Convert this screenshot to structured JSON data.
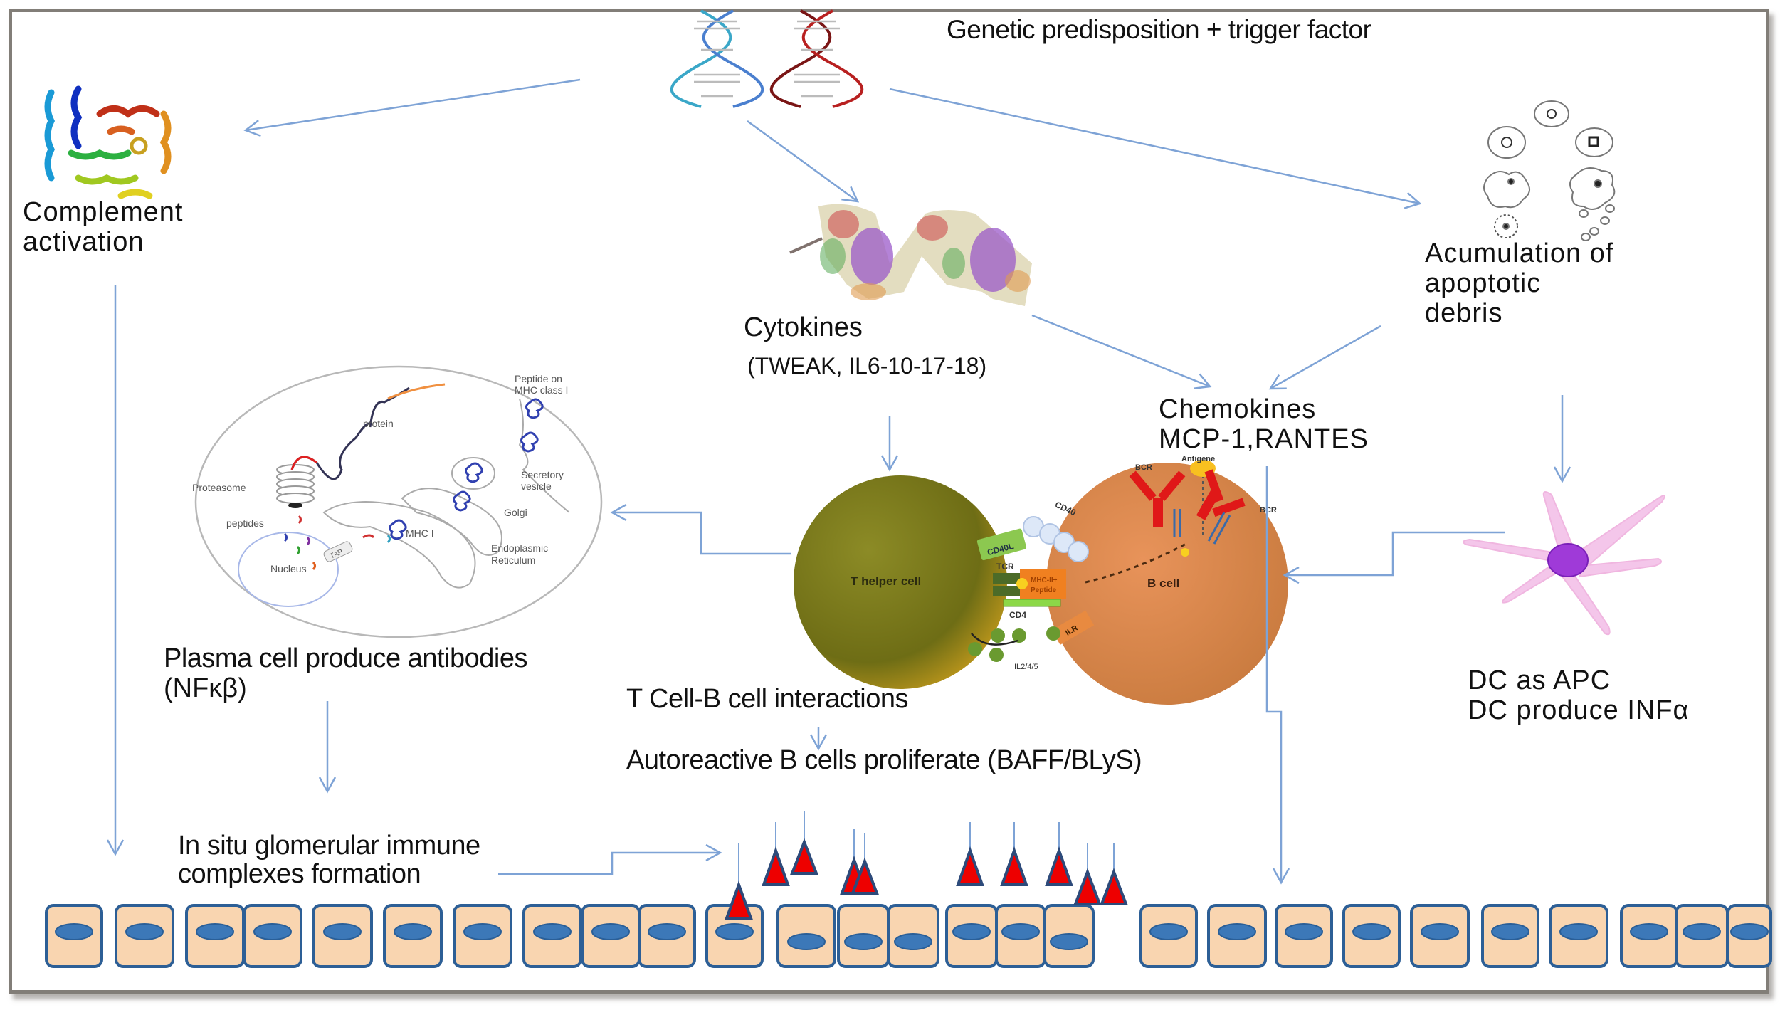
{
  "figure": {
    "title": "Genetic predisposition + trigger factor",
    "nodes": {
      "complement": {
        "line1": "Complement",
        "line2": "activation",
        "icon": "complement-protein-icon"
      },
      "cytokines": {
        "line1": "Cytokines",
        "line2": "(TWEAK, IL6-10-17-18)",
        "icon": "cytokine-molecule-icon"
      },
      "apoptotic": {
        "line1": "Acumulation of",
        "line2": "apoptotic",
        "line3": "debris",
        "icon": "apoptotic-cells-icon"
      },
      "chemokines": {
        "line1": "Chemokines",
        "line2": "MCP-1,RANTES"
      },
      "plasma_cell": {
        "line1": "Plasma cell produce antibodies",
        "line2": "(NFκβ)"
      },
      "tb_interaction": {
        "line1": "T Cell-B cell interactions",
        "line2": "Autoreactive B cells  proliferate (BAFF/BLyS)"
      },
      "dendritic": {
        "line1": "DC  as APC",
        "line2": "DC produce INFα",
        "icon": "dendritic-cell-icon"
      },
      "immune_complexes": {
        "line1": "In situ glomerular  immune",
        "line2": "complexes formation"
      }
    },
    "plasma_cell_diagram": {
      "protein": "protein",
      "proteasome": "Proteasome",
      "peptides": "peptides",
      "tap": "TAP",
      "mhc1": "MHC I",
      "nucleus": "Nucleus",
      "er_line1": "Endoplasmic",
      "er_line2": "Reticulum",
      "golgi": "Golgi",
      "vesicle_line1": "Secretory",
      "vesicle_line2": "vesicle",
      "surface_line1": "Peptide on",
      "surface_line2": "MHC class I"
    },
    "tb_cell_diagram": {
      "t_cell": "T helper cell",
      "b_cell": "B cell",
      "cd40l": "CD40L",
      "cd40": "CD40",
      "tcr": "TCR",
      "mhc_line1": "MHC-II+",
      "mhc_line2": "Peptide",
      "cd4": "CD4",
      "ilr": "ILR",
      "il": "IL2/4/5",
      "bcr_left": "BCR",
      "bcr_right": "BCR",
      "antigen": "Antigene"
    },
    "colors": {
      "arrow": "#7ea3d6",
      "t_cell": "#7b7a1c",
      "b_cell": "#e08c52",
      "immune_complex": "#ee0000",
      "epithelial_cell": "#f9d5b0",
      "cell_border": "#2d5f96",
      "nucleus": "#3c78b8",
      "dendritic_cell": "#f3c4e6",
      "dc_nucleus": "#a33fe0"
    }
  }
}
